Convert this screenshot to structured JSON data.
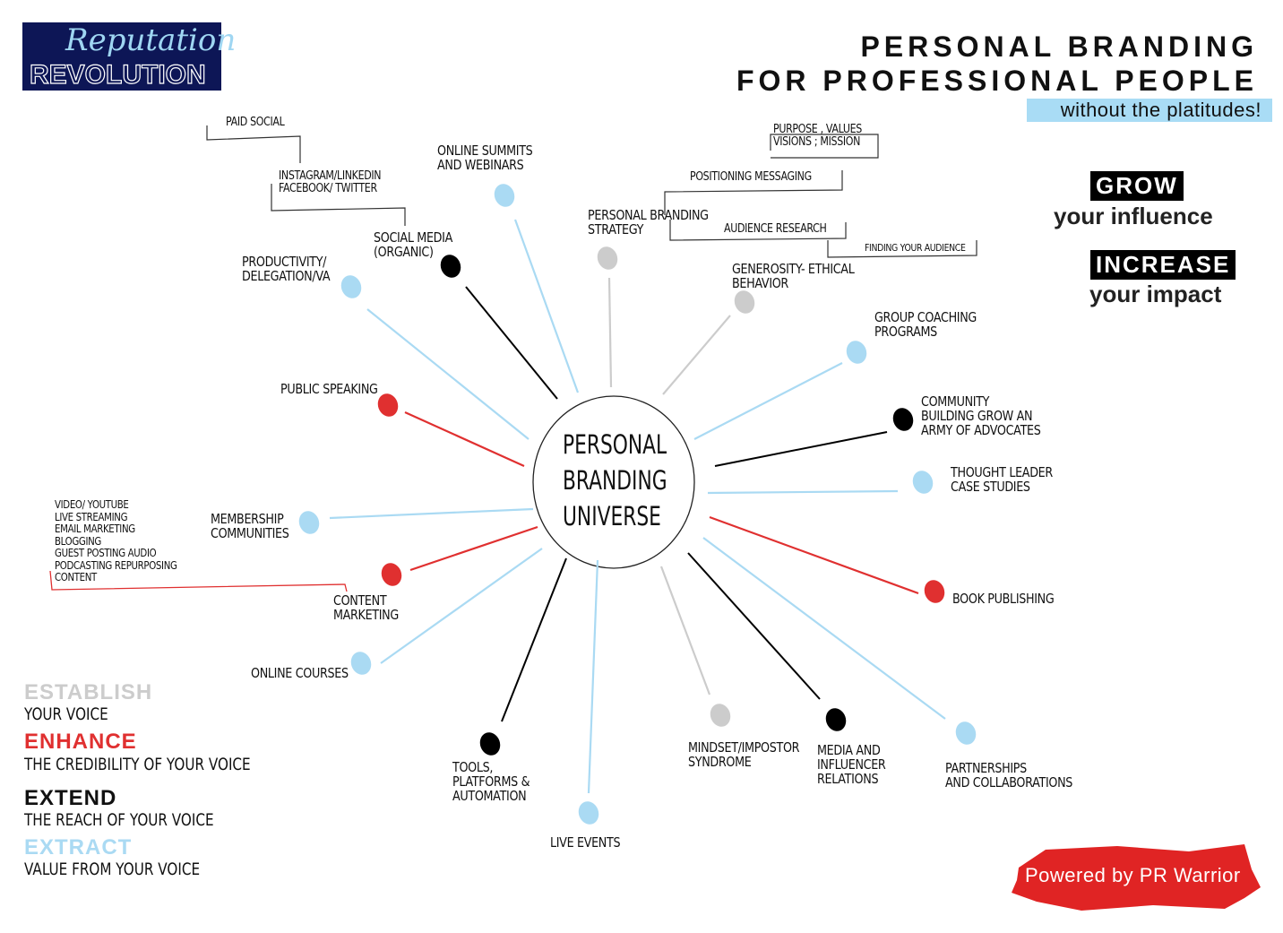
{
  "logo": {
    "script": "Reputation",
    "word": "REVOLUTION"
  },
  "header": {
    "title_line1": "PERSONAL BRANDING",
    "title_line2": "FOR PROFESSIONAL PEOPLE",
    "tagline": "without the platitudes!"
  },
  "side_badges": [
    {
      "badge": "GROW",
      "sub": "your influence"
    },
    {
      "badge": "INCREASE",
      "sub": "your impact"
    }
  ],
  "center": {
    "label": "Personal\nBranding\nUniverse"
  },
  "colors": {
    "blue": "#aadaf3",
    "black": "#000000",
    "red": "#e03030",
    "grey": "#cccccc",
    "navy": "#0d1656"
  },
  "nodes": [
    {
      "label": "Productivity/\nDelegation/VA",
      "color": "blue"
    },
    {
      "label": "Social Media\n(Organic)",
      "color": "black"
    },
    {
      "label": "Online Summits\nand Webinars",
      "color": "blue"
    },
    {
      "label": "Personal Branding\nStrategy",
      "color": "grey"
    },
    {
      "label": "Generosity- Ethical\nBehavior",
      "color": "grey"
    },
    {
      "label": "Group Coaching\nPrograms",
      "color": "blue"
    },
    {
      "label": "Community\nBuilding Grow an\nArmy of Advocates",
      "color": "black"
    },
    {
      "label": "Thought Leader\nCase Studies",
      "color": "blue"
    },
    {
      "label": "Book Publishing",
      "color": "red"
    },
    {
      "label": "Partnerships\nand Collaborations",
      "color": "blue"
    },
    {
      "label": "Media and\nInfluencer\nRelations",
      "color": "black"
    },
    {
      "label": "Mindset/Impostor\nSyndrome",
      "color": "grey"
    },
    {
      "label": "Live Events",
      "color": "blue"
    },
    {
      "label": "Tools,\nPlatforms &\nAutomation",
      "color": "black"
    },
    {
      "label": "Online Courses",
      "color": "blue"
    },
    {
      "label": "Content\nMarketing",
      "color": "red"
    },
    {
      "label": "Membership\nCommunities",
      "color": "blue"
    },
    {
      "label": "Public Speaking",
      "color": "red"
    }
  ],
  "sub_items": {
    "paid_social": "Paid Social",
    "platforms": "Instagram/LinkedIn\nFacebook/ Twitter",
    "purpose": "Purpose , Values\nVisions ; Mission",
    "positioning": "Positioning Messaging",
    "audience_research": "Audience Research",
    "finding_audience": "Finding Your Audience",
    "content_types": "Video/ YouTube\nLive Streaming\nEmail Marketing\nBlogging\nGuest Posting Audio\nPodcasting Repurposing\nContent"
  },
  "stages": [
    {
      "title": "ESTABLISH",
      "desc": "Your Voice",
      "color": "#cccccc"
    },
    {
      "title": "ENHANCE",
      "desc": "The Credibility of Your Voice",
      "color": "#e03030"
    },
    {
      "title": "EXTEND",
      "desc": "The Reach of Your Voice",
      "color": "#111111"
    },
    {
      "title": "EXTRACT",
      "desc": "Value from Your Voice",
      "color": "#aadaf3"
    }
  ],
  "footer": {
    "powered": "Powered by PR Warrior"
  }
}
